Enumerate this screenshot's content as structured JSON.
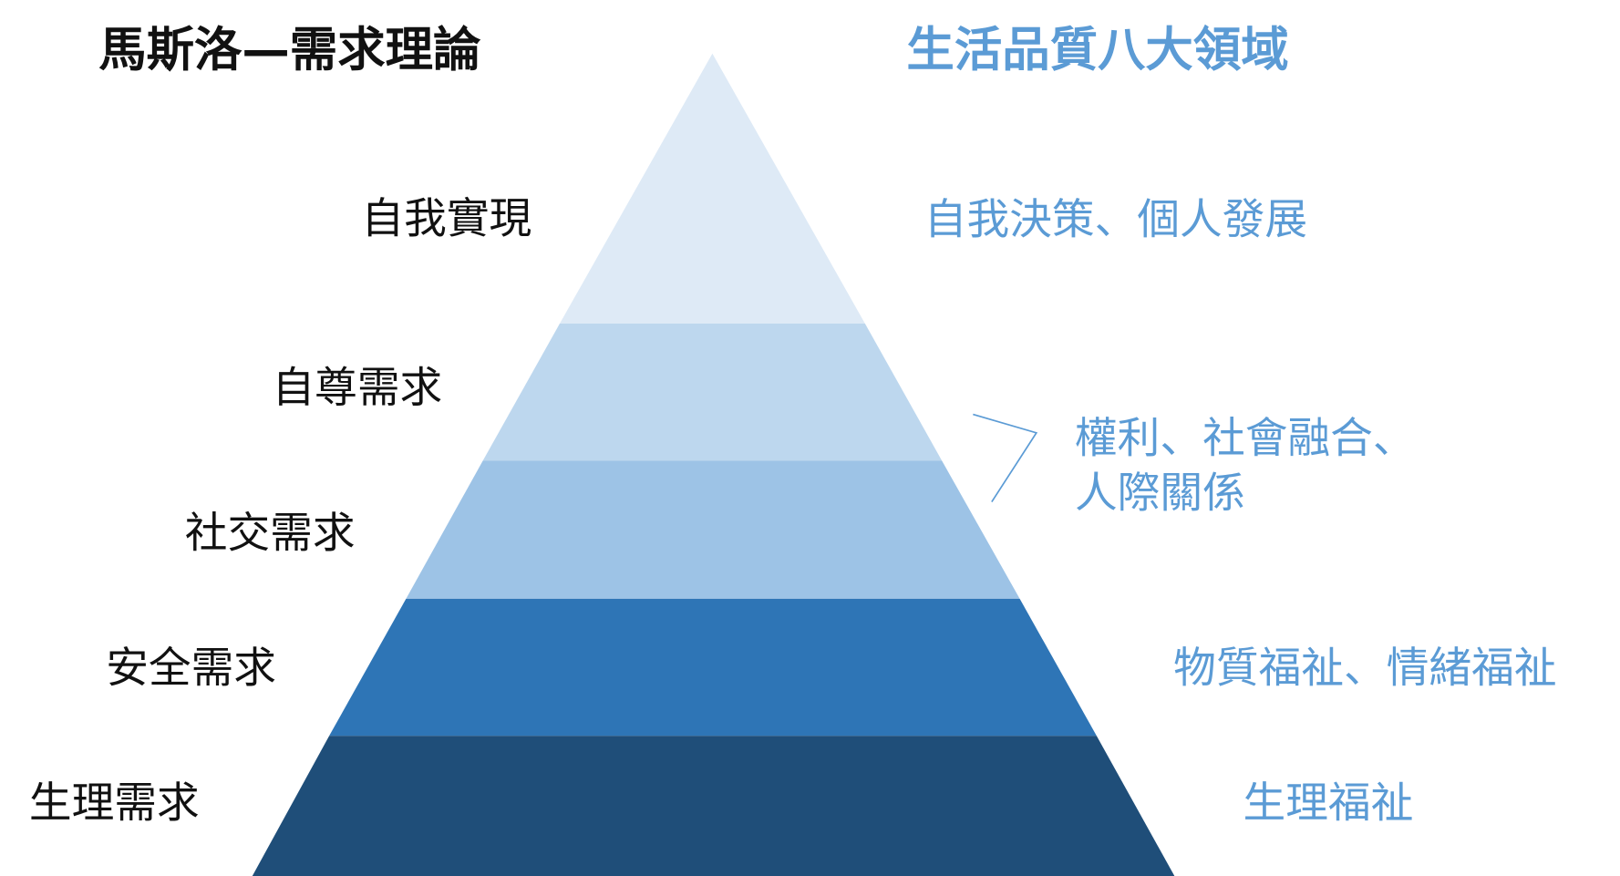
{
  "left_title": "馬斯洛—需求理論",
  "right_title": "生活品質八大領域",
  "colors": {
    "left_title": "#111111",
    "right_text": "#5B9BD5",
    "bands": [
      "#DEEAF6",
      "#BDD7EE",
      "#9DC3E6",
      "#2E75B6",
      "#1F4E79"
    ]
  },
  "maslow_levels": [
    "自我實現",
    "自尊需求",
    "社交需求",
    "安全需求",
    "生理需求"
  ],
  "quality_domains": {
    "self": "自我決策、個人發展",
    "social_line1": "權利、社會融合、",
    "social_line2": "人際關係",
    "safety": "物質福祉、情緒福祉",
    "physio": "生理福祉"
  }
}
